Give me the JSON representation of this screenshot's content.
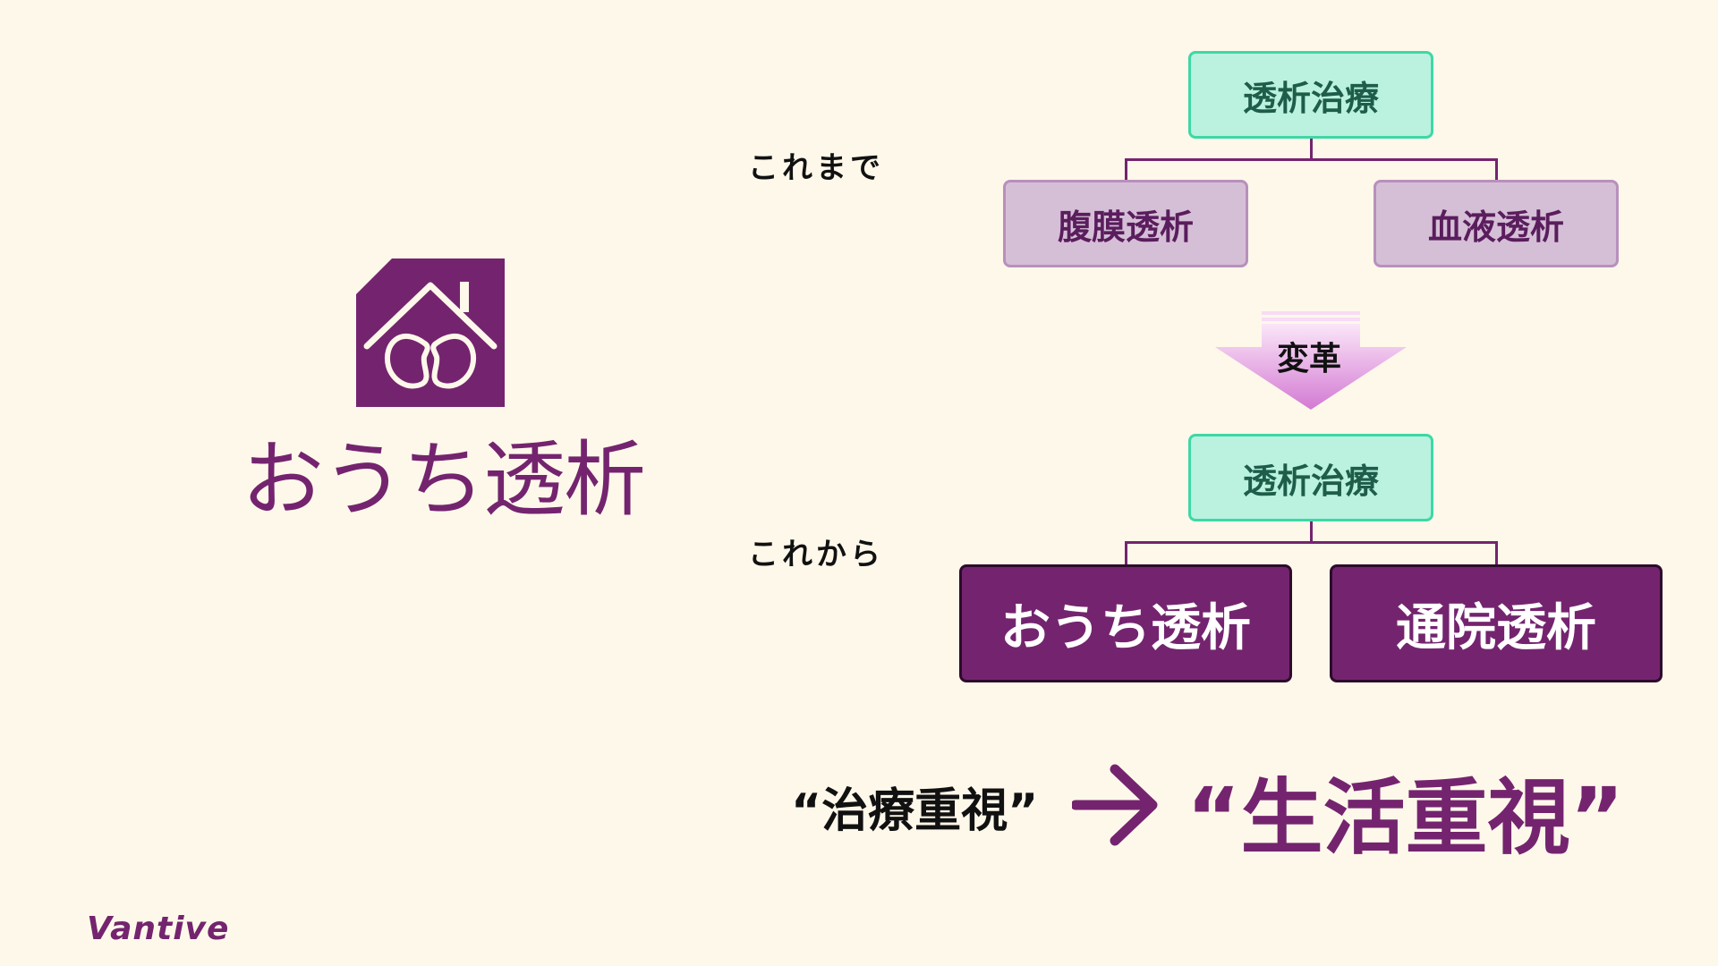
{
  "logo": {
    "icon": "house-kidney-icon",
    "text": "おうち透析",
    "color": "#74246f"
  },
  "brand": {
    "name": "Vantive"
  },
  "before": {
    "label": "これまで",
    "root": "透析治療",
    "children": [
      "腹膜透析",
      "血液透析"
    ]
  },
  "transition": {
    "label": "変革"
  },
  "after": {
    "label": "これから",
    "root": "透析治療",
    "children": [
      "おうち透析",
      "通院透析"
    ]
  },
  "slogan": {
    "from": "“治療重視”",
    "to": "“生活重視”"
  },
  "colors": {
    "background": "#fef8ea",
    "accent": "#74246f",
    "mint": "#baf2df",
    "mauve": "#d5bfd6"
  }
}
